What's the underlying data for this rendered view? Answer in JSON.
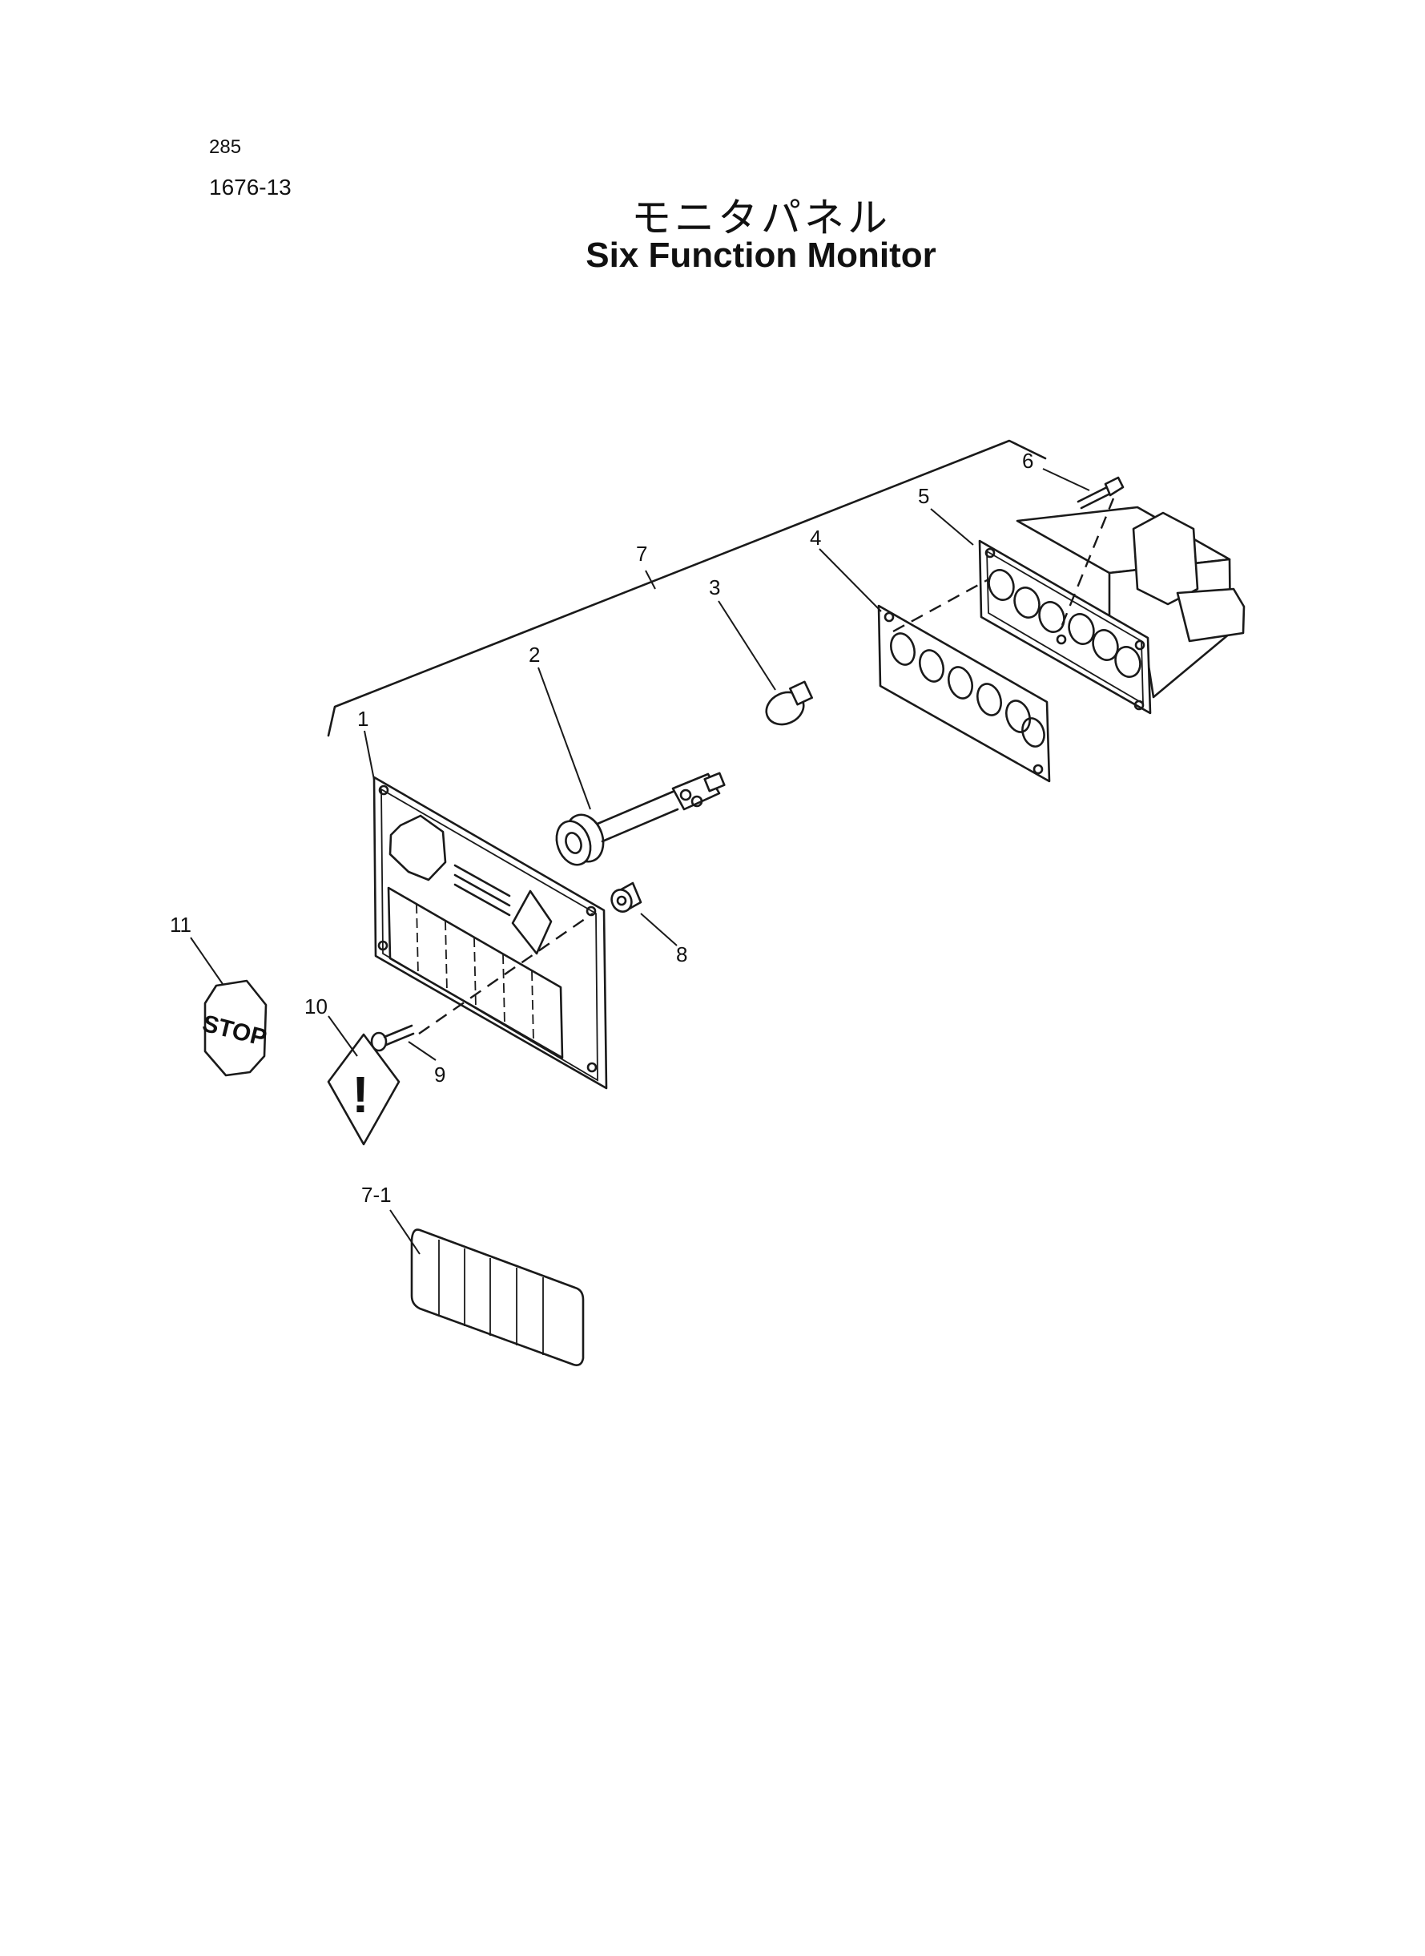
{
  "header": {
    "page_number": "285",
    "figure_number": "1676-13",
    "title_jp": "モニタパネル",
    "title_en": "Six Function Monitor"
  },
  "callouts": [
    "1",
    "2",
    "3",
    "4",
    "5",
    "6",
    "7",
    "7-1",
    "8",
    "9",
    "10",
    "11"
  ],
  "sign_texts": {
    "stop": "STOP",
    "warning": "!"
  }
}
